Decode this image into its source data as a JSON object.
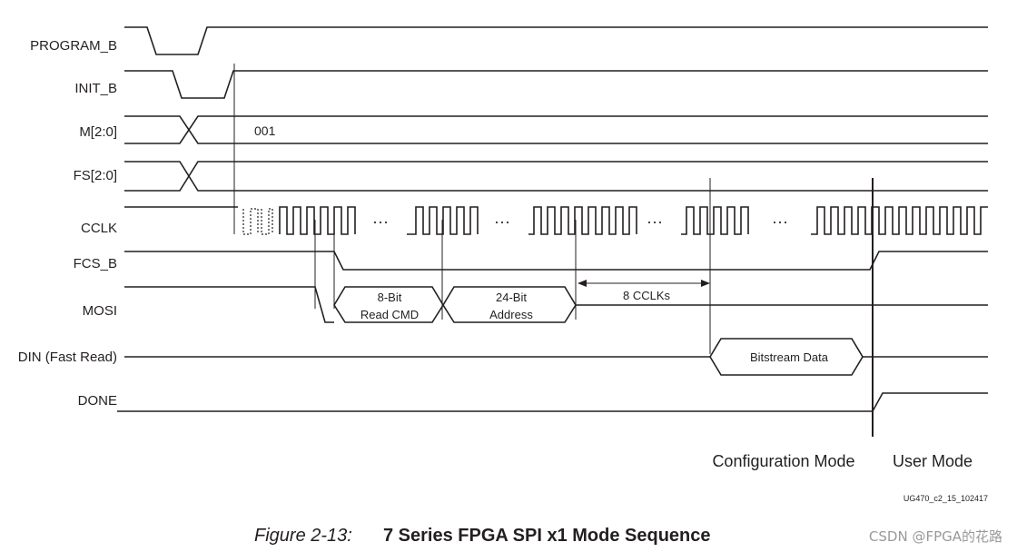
{
  "diagram": {
    "signals": [
      "PROGRAM_B",
      "INIT_B",
      "M[2:0]",
      "FS[2:0]",
      "CCLK",
      "FCS_B",
      "MOSI",
      "DIN (Fast Read)",
      "DONE"
    ],
    "mode_value": "001",
    "mosi_box1_line1": "8-Bit",
    "mosi_box1_line2": "Read CMD",
    "mosi_box2_line1": "24-Bit",
    "mosi_box2_line2": "Address",
    "cclk_gap_label": "8 CCLKs",
    "din_box_label": "Bitstream Data",
    "ellipsis": "···",
    "config_mode_label": "Configuration Mode",
    "user_mode_label": "User Mode",
    "doc_id": "UG470_c2_15_102417"
  },
  "caption": {
    "number": "Figure 2-13:",
    "title": "7 Series FPGA SPI x1 Mode Sequence"
  },
  "watermark": "CSDN @FPGA的花路"
}
